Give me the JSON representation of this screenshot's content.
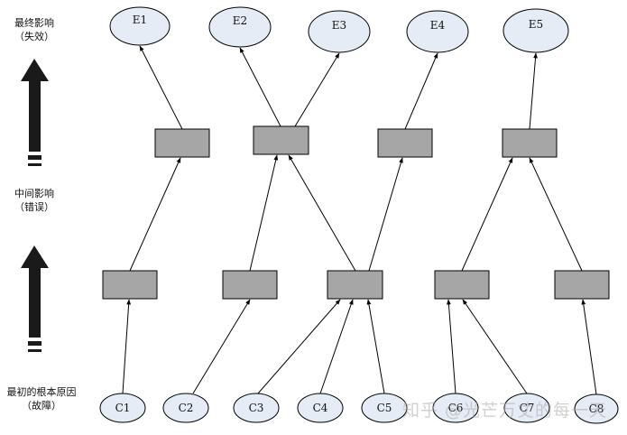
{
  "levels": {
    "top": {
      "line1": "最终影响",
      "line2": "（失效）"
    },
    "middle": {
      "line1": "中间影响",
      "line2": "（错误）"
    },
    "bottom": {
      "line1": "最初的根本原因",
      "line2": "（故障）"
    }
  },
  "effects": [
    "E1",
    "E2",
    "E3",
    "E4",
    "E5"
  ],
  "causes": [
    "C1",
    "C2",
    "C3",
    "C4",
    "C5",
    "C6",
    "C7",
    "C8"
  ],
  "intermediate_upper_count": 4,
  "intermediate_lower_count": 5,
  "edges": {
    "cause_to_lower": [
      [
        0,
        0
      ],
      [
        1,
        1
      ],
      [
        2,
        2
      ],
      [
        3,
        2
      ],
      [
        4,
        2
      ],
      [
        5,
        3
      ],
      [
        6,
        3
      ],
      [
        7,
        4
      ]
    ],
    "lower_to_upper": [
      [
        0,
        0
      ],
      [
        1,
        1
      ],
      [
        2,
        1
      ],
      [
        2,
        2
      ],
      [
        3,
        3
      ],
      [
        4,
        3
      ]
    ],
    "upper_to_effect": [
      [
        0,
        0
      ],
      [
        1,
        1
      ],
      [
        1,
        2
      ],
      [
        2,
        3
      ],
      [
        3,
        4
      ]
    ]
  },
  "colors": {
    "ellipse_fill": "#e6ecf6",
    "box_fill": "#a6a6a6",
    "stroke": "#000000",
    "arrow": "#1a1a1a"
  },
  "watermark": "知乎 @光芒万丈的每一天"
}
